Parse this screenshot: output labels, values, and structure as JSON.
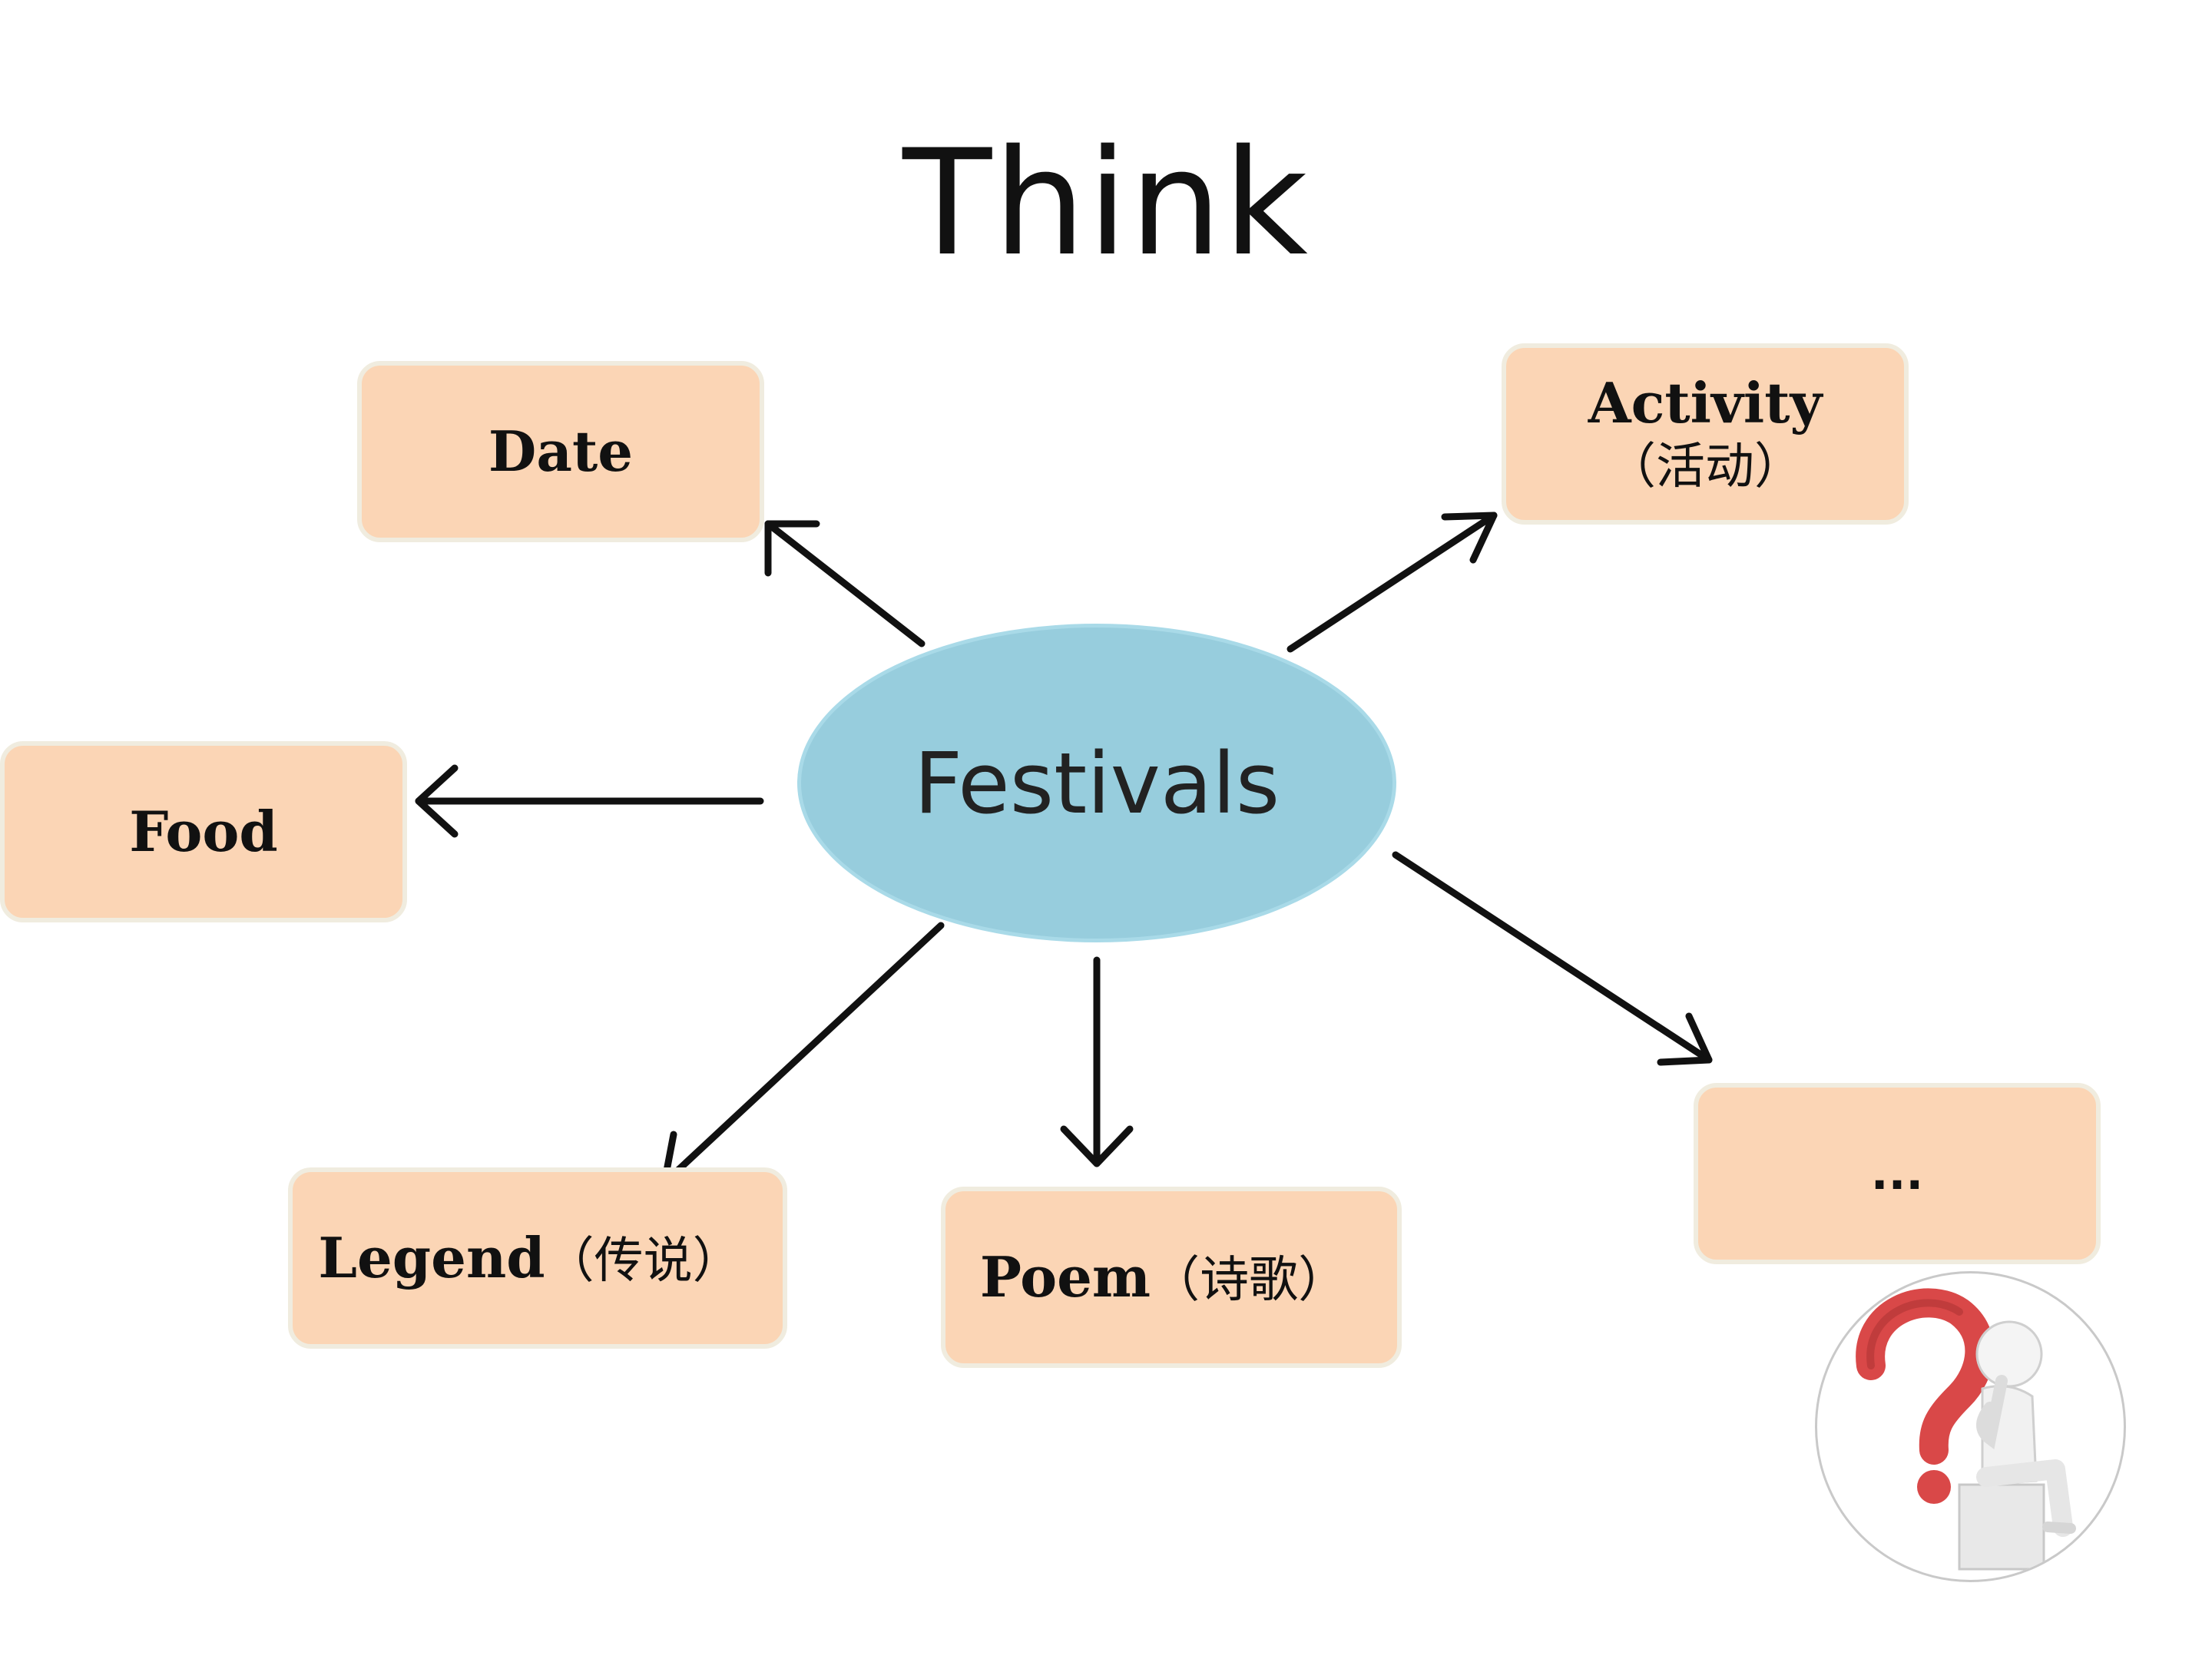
{
  "title": "Think",
  "center": {
    "label": "Festivals"
  },
  "nodes": {
    "date": {
      "label": "Date"
    },
    "activity": {
      "label": "Activity",
      "note": "（活动）"
    },
    "food": {
      "label": "Food"
    },
    "legend": {
      "label": "Legend",
      "note": "（传说）"
    },
    "poem": {
      "label": "Poem",
      "note": "（诗歌）"
    },
    "more": {
      "label": "..."
    }
  },
  "icons": {
    "thinking_figure": "thinking-person-question-mark-icon"
  },
  "colors": {
    "box_fill": "#fbd5b5",
    "box_border": "#f0ecdf",
    "ellipse_fill": "#97cddd",
    "arrow": "#111111",
    "question_mark": "#d94848"
  }
}
